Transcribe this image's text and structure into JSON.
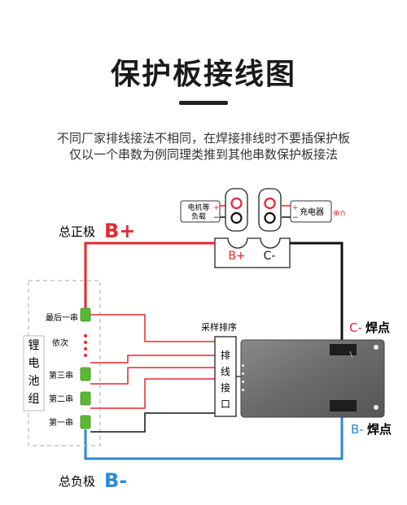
{
  "header": {
    "title": "保护板接线图",
    "desc_line1": "不同厂家排线接法不相同，在焊接排线时不要插保护板",
    "desc_line2": "仅以一个串数为例同理类推到其他串数保护板接法"
  },
  "terminals": {
    "load_label_line1": "电机等",
    "load_label_line2": "负载",
    "charger_label": "充电器",
    "charger_symbol": "⊕∩",
    "plus_sign": "+",
    "minus_sign": "−",
    "b_plus": "B+",
    "c_minus": "C-"
  },
  "poles": {
    "positive_label": "总正极",
    "positive_big": "B+",
    "negative_label": "总负极",
    "negative_big": "B-"
  },
  "battery": {
    "group_label": [
      "锂",
      "电",
      "池",
      "组"
    ],
    "cells": [
      "最后一串",
      "依次",
      "第三串",
      "第二串",
      "第一串"
    ]
  },
  "connector": {
    "sampling_label": "采样排序",
    "port_label": [
      "排",
      "线",
      "接",
      "口"
    ]
  },
  "weld_points": {
    "c_prefix": "C-",
    "c_suffix": "焊点",
    "b_prefix": "B-",
    "b_suffix": "焊点"
  },
  "colors": {
    "red": "#e8262e",
    "blue": "#2a8ad8",
    "black": "#111111",
    "green": "#5bb832",
    "board": "#6b6b6b"
  }
}
